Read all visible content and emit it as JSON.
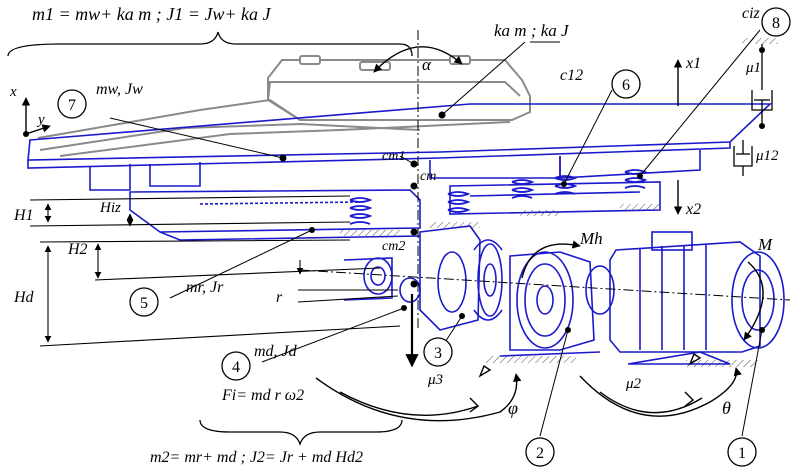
{
  "formulas": {
    "top": "m1 = mw+ ka m ;  J1 = Jw+ ka J",
    "ka": "ka m ;  ka J",
    "bottom": "m2= mr+ md ; J2= Jr + md Hd2",
    "force": "Fi= md r ω2"
  },
  "masses": {
    "mw": "mw, Jw",
    "mr": "mr, Jr",
    "md": "md, Jd"
  },
  "stiffness": {
    "ciz": "ciz",
    "c12": "c12",
    "cm1": "cm1",
    "cm": "cm",
    "cm2": "cm2"
  },
  "damping": {
    "mu1": "μ1",
    "mu12": "μ12",
    "mu2": "μ2",
    "mu3": "μ3"
  },
  "dimensions": {
    "H1": "H1",
    "Hiz": "Hiz",
    "H2": "H2",
    "Hd": "Hd",
    "r": "r"
  },
  "axes": {
    "x": "x",
    "y": "y",
    "x1": "x1",
    "x2": "x2"
  },
  "angles": {
    "alpha": "α",
    "phi": "φ",
    "theta": "θ"
  },
  "moments": {
    "Mh": "Mh",
    "M": "M"
  },
  "callouts": [
    "1",
    "2",
    "3",
    "4",
    "5",
    "6",
    "7",
    "8"
  ],
  "colors": {
    "machine_blue": "#1a1acc",
    "outline": "#000000",
    "housing_gray": "#8a8a8a"
  }
}
